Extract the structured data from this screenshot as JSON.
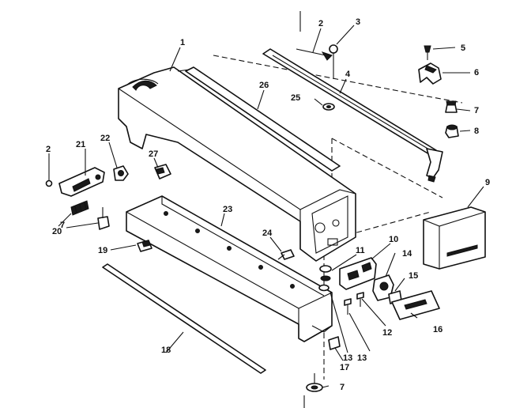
{
  "callouts": [
    {
      "id": "c1",
      "text": "1"
    },
    {
      "id": "c2a",
      "text": "2"
    },
    {
      "id": "c3",
      "text": "3"
    },
    {
      "id": "c4",
      "text": "4"
    },
    {
      "id": "c5",
      "text": "5"
    },
    {
      "id": "c6",
      "text": "6"
    },
    {
      "id": "c7a",
      "text": "7"
    },
    {
      "id": "c8",
      "text": "8"
    },
    {
      "id": "c9",
      "text": "9"
    },
    {
      "id": "c10",
      "text": "10"
    },
    {
      "id": "c11",
      "text": "11"
    },
    {
      "id": "c12",
      "text": "12"
    },
    {
      "id": "c13a",
      "text": "13"
    },
    {
      "id": "c13b",
      "text": "13"
    },
    {
      "id": "c14",
      "text": "14"
    },
    {
      "id": "c15",
      "text": "15"
    },
    {
      "id": "c16",
      "text": "16"
    },
    {
      "id": "c17",
      "text": "17"
    },
    {
      "id": "c18",
      "text": "18"
    },
    {
      "id": "c19",
      "text": "19"
    },
    {
      "id": "c20",
      "text": "20"
    },
    {
      "id": "c21",
      "text": "21"
    },
    {
      "id": "c22",
      "text": "22"
    },
    {
      "id": "c23",
      "text": "23"
    },
    {
      "id": "c24",
      "text": "24"
    },
    {
      "id": "c25",
      "text": "25"
    },
    {
      "id": "c26",
      "text": "26"
    },
    {
      "id": "c27",
      "text": "27"
    },
    {
      "id": "c2b",
      "text": "2"
    },
    {
      "id": "c7b",
      "text": "7"
    },
    {
      "id": "c7c",
      "text": "7"
    }
  ]
}
